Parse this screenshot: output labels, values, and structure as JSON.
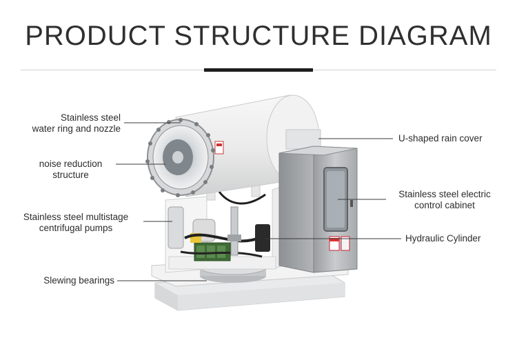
{
  "header": {
    "title": "PRODUCT STRUCTURE DIAGRAM"
  },
  "labels": {
    "water_ring": [
      "Stainless steel",
      "water ring and nozzle"
    ],
    "noise": [
      "noise reduction",
      "structure"
    ],
    "pumps": [
      "Stainless steel multistage",
      "centrifugal pumps"
    ],
    "bearings": [
      "Slewing bearings"
    ],
    "rain_cover": [
      "U-shaped rain cover"
    ],
    "cabinet": [
      "Stainless steel electric",
      "control cabinet"
    ],
    "hydraulic": [
      "Hydraulic Cylinder"
    ]
  },
  "colors": {
    "accent": "#1e1e1e",
    "body_white": "#f2f2f2",
    "steel": "#b9bcbf",
    "pump_green": "#3e6b35"
  }
}
